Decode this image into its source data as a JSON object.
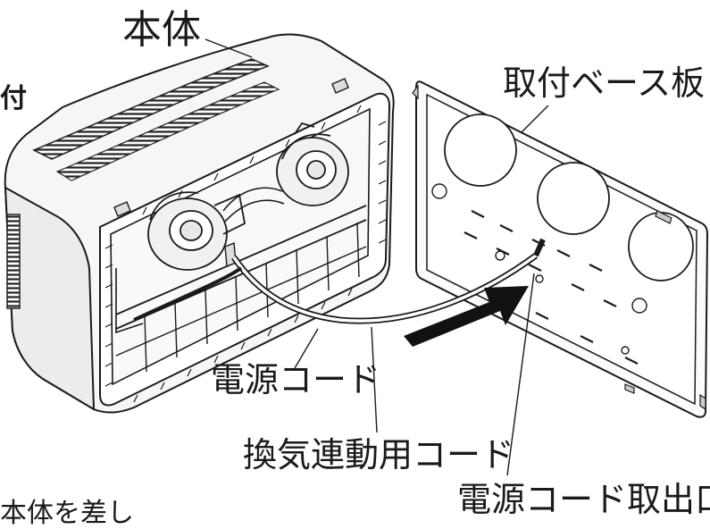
{
  "labels": {
    "body": "本体",
    "base_plate": "取付ベース板",
    "power_cord": "電源コード",
    "vent_cord": "換気連動用コード",
    "cord_outlet": "電源コード取出口",
    "side_fragment": "付",
    "bottom_fragment": "本体を差し"
  },
  "colors": {
    "line": "#1a1a1a",
    "body_fill": "#f6f6f6",
    "plate_fill": "#fbfbfb",
    "grille": "#2a2a2a",
    "arrow": "#111111"
  }
}
